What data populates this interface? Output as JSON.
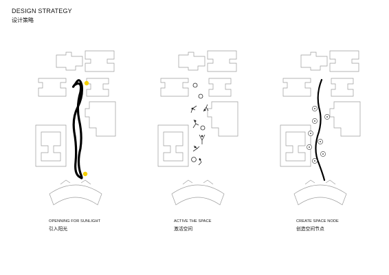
{
  "header": {
    "title": "DESIGN STRATEGY",
    "subtitle": "设计策略"
  },
  "panels": [
    {
      "caption_en": "OPENNING FOR SUNLIGHT",
      "caption_zh": "引入阳光"
    },
    {
      "caption_en": "ACTIVE THE SPACE",
      "caption_zh": "激活空间"
    },
    {
      "caption_en": "CREATE SPACE NODE",
      "caption_zh": "创造空间节点"
    }
  ],
  "colors": {
    "sun": "#f5d000",
    "path": "#000000",
    "outline": "#9a9a9a"
  }
}
